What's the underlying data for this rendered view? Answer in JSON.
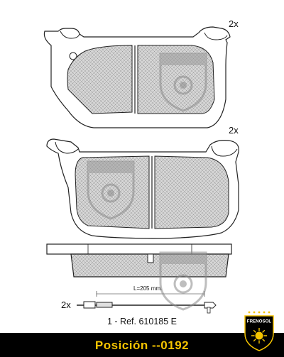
{
  "quantities": {
    "pad_top": "2x",
    "pad_middle": "2x",
    "sensor": "2x"
  },
  "sensor_length_label": "L=205 mm.",
  "reference": "1 - Ref. 610185 E",
  "position": "Posición --0192",
  "brand": "FRENOSOL",
  "colors": {
    "accent_yellow": "#f5c400",
    "bar_black": "#000000",
    "pad_fill": "#d8d8d8",
    "line": "#222222"
  }
}
